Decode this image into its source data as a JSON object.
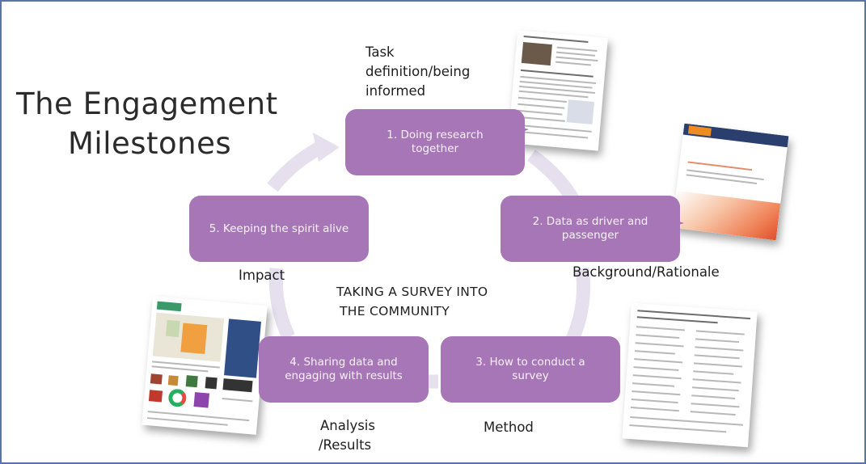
{
  "slide": {
    "title_line1": "The Engagement",
    "title_line2": "Milestones",
    "center_line1": "TAKING A SURVEY INTO",
    "center_line2": "THE COMMUNITY"
  },
  "steps": [
    {
      "line1": "1. Doing research",
      "line2": "together"
    },
    {
      "line1": "2. Data as driver and",
      "line2": "passenger"
    },
    {
      "line1": "3. How to conduct a",
      "line2": "survey"
    },
    {
      "line1": "4. Sharing data and",
      "line2": "engaging with results"
    },
    {
      "line1": "5. Keeping the spirit alive",
      "line2": ""
    }
  ],
  "labels": {
    "task_line1": "Task",
    "task_line2": "definition/being",
    "task_line3": "informed",
    "background": "Background/Rationale",
    "method": "Method",
    "analysis_line1": "Analysis",
    "analysis_line2": "/Results",
    "impact": "Impact"
  },
  "colors": {
    "box_fill": "#a776b6",
    "ring": "#e6e0ee",
    "border": "#5a74a8"
  }
}
